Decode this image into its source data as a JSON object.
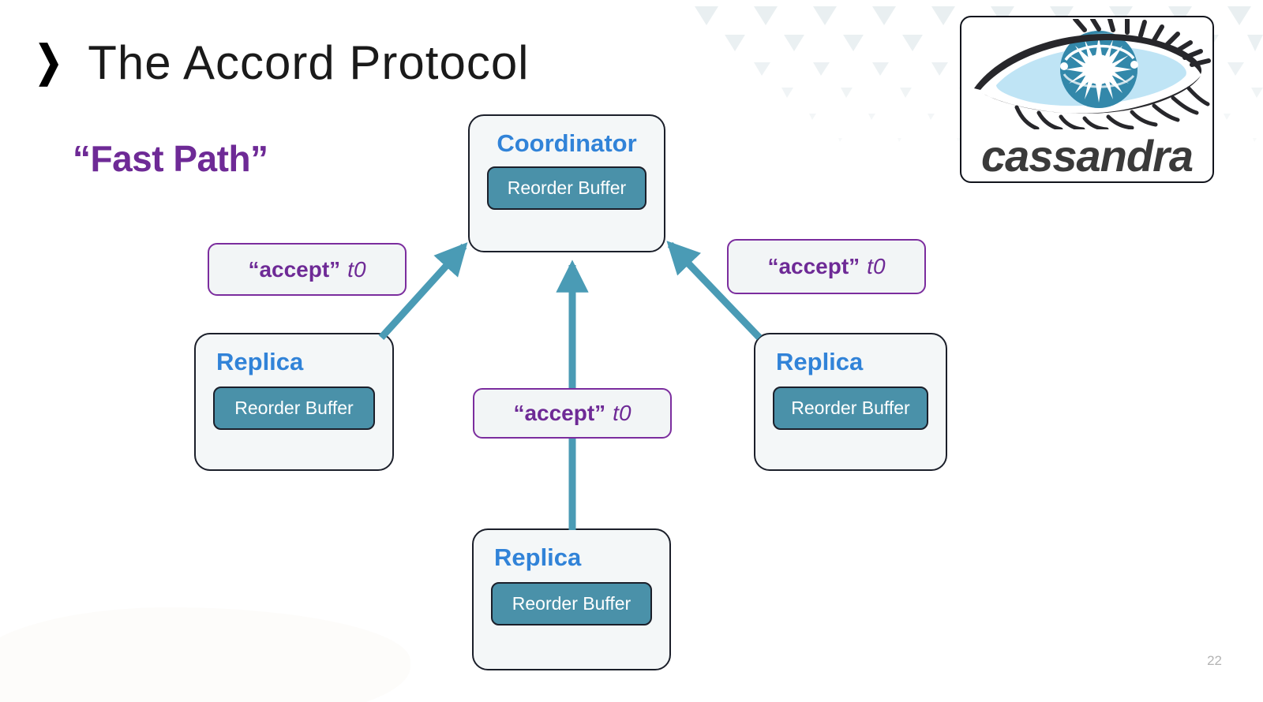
{
  "slide": {
    "title": "The Accord Protocol",
    "title_chevron": "❯",
    "subtitle": "“Fast Path”",
    "page_number": "22"
  },
  "colors": {
    "accent_teal": "#4a91a9",
    "arrow_teal": "#4a9bb5",
    "node_title_blue": "#3183d8",
    "purple": "#6e2a96",
    "purple_border": "#7b2d9e",
    "node_fill": "#f4f7f8",
    "node_border": "#1b1f2a",
    "pattern_gray": "#e8eef0",
    "page_number_gray": "#b3b3b3"
  },
  "nodes": {
    "coordinator": {
      "title": "Coordinator",
      "buffer_label": "Reorder Buffer"
    },
    "replica_left": {
      "title": "Replica",
      "buffer_label": "Reorder Buffer"
    },
    "replica_right": {
      "title": "Replica",
      "buffer_label": "Reorder Buffer"
    },
    "replica_bottom": {
      "title": "Replica",
      "buffer_label": "Reorder Buffer"
    }
  },
  "messages": {
    "left": {
      "quoted": "“accept”",
      "arg": "t0"
    },
    "right": {
      "quoted": "“accept”",
      "arg": "t0"
    },
    "middle": {
      "quoted": "“accept”",
      "arg": "t0"
    }
  },
  "logo": {
    "wordmark": "cassandra",
    "icon": "cassandra-eye-icon"
  },
  "decoration": {
    "pattern": "downward-triangles",
    "blob": "bottom-left-blob"
  }
}
